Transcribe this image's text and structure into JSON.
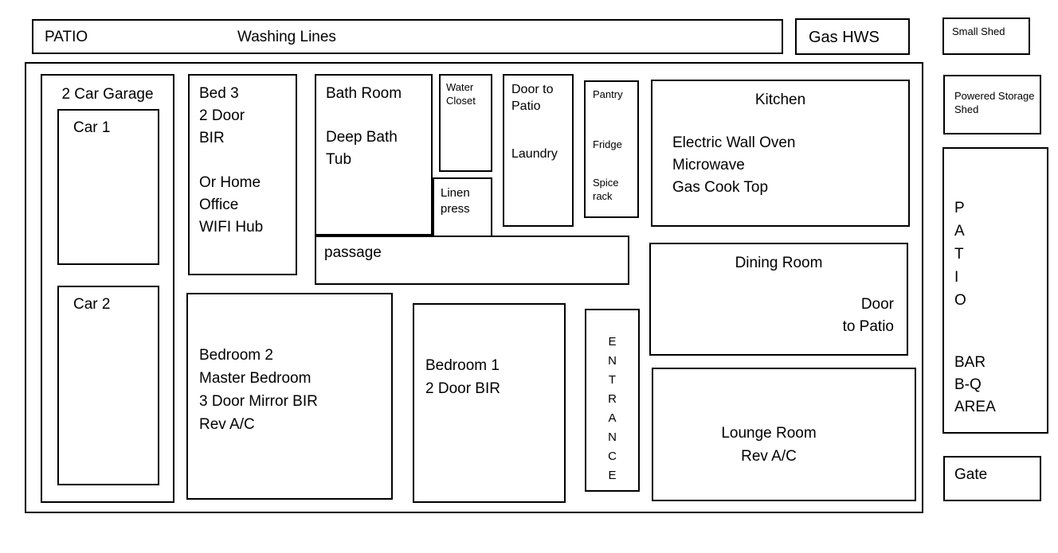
{
  "top_strip": {
    "patio": "PATIO",
    "washing_lines": "Washing Lines",
    "gas_hws": "Gas HWS",
    "small_shed": "Small Shed"
  },
  "garage": {
    "title": "2 Car Garage",
    "car1": "Car 1",
    "car2": "Car 2"
  },
  "bed3": {
    "text": "Bed 3\n2 Door\nBIR\n\nOr Home\nOffice\nWIFI Hub"
  },
  "bathroom": {
    "title": "Bath Room",
    "detail": "Deep Bath Tub"
  },
  "water_closet": {
    "label": "Water Closet"
  },
  "linen_press": {
    "label": "Linen press"
  },
  "laundry": {
    "door": "Door to Patio",
    "label": "Laundry"
  },
  "pantry_column": {
    "pantry": "Pantry",
    "fridge": "Fridge",
    "spice_rack": "Spice rack"
  },
  "kitchen": {
    "title": "Kitchen",
    "detail": "Electric Wall Oven\nMicrowave\nGas Cook Top"
  },
  "passage": {
    "label": "passage"
  },
  "dining": {
    "title": "Dining Room",
    "door": "Door\nto Patio"
  },
  "bedroom2": {
    "text": "Bedroom 2\nMaster Bedroom\n3 Door Mirror BIR\nRev A/C"
  },
  "bedroom1": {
    "text": "Bedroom 1\n2 Door BIR"
  },
  "entrance": {
    "label": "E\nN\nT\nR\nA\nN\nC\nE"
  },
  "lounge": {
    "text": "Lounge Room\nRev A/C"
  },
  "powered_shed": {
    "label": "Powered Storage Shed"
  },
  "patio_right": {
    "vertical": "P\nA\nT\nI\nO",
    "bbq": "BAR\nB-Q\nAREA"
  },
  "gate": {
    "label": "Gate"
  }
}
